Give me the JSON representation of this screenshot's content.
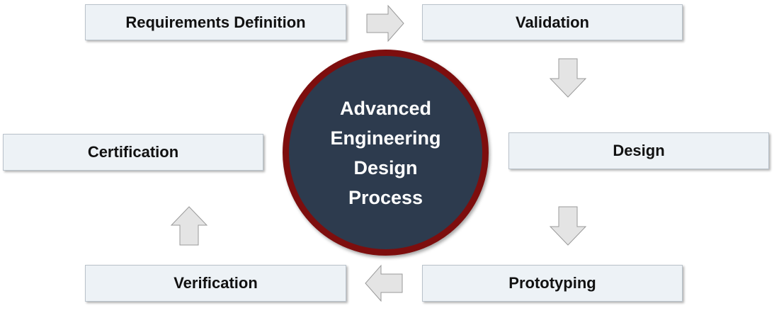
{
  "diagram": {
    "center": {
      "title": "Advanced Engineering Design Process"
    },
    "steps": [
      {
        "label": "Requirements Definition"
      },
      {
        "label": "Validation"
      },
      {
        "label": "Design"
      },
      {
        "label": "Prototyping"
      },
      {
        "label": "Verification"
      },
      {
        "label": "Certification"
      }
    ],
    "arrows": [
      {
        "name": "arrow-right-icon"
      },
      {
        "name": "arrow-down-icon"
      },
      {
        "name": "arrow-down-icon"
      },
      {
        "name": "arrow-left-icon"
      },
      {
        "name": "arrow-up-icon"
      }
    ]
  },
  "colors": {
    "box_fill": "#edf2f6",
    "box_border": "#b9c2ca",
    "arrow_fill": "#e4e4e4",
    "circle_fill": "#2d3b4e",
    "circle_ring": "#7d0e0e",
    "text_dark": "#111111",
    "text_light": "#ffffff"
  }
}
